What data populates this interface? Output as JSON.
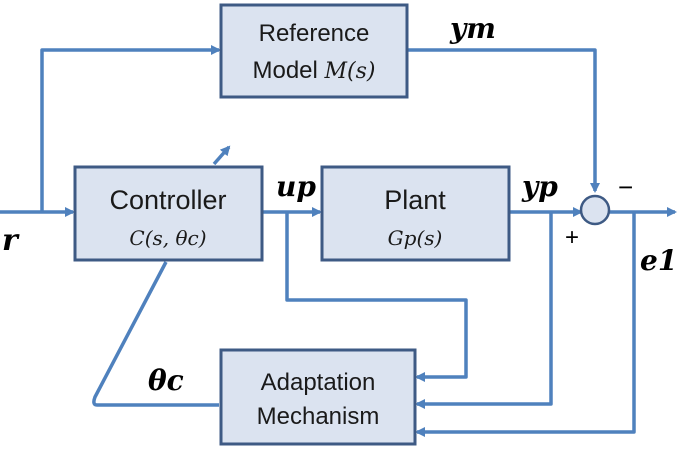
{
  "blocks": {
    "reference_model": {
      "line1": "Reference",
      "line2_text": "Model ",
      "line2_math": "M(s)"
    },
    "controller": {
      "title": "Controller",
      "math": "C(s, θc)"
    },
    "plant": {
      "title": "Plant",
      "math": "Gp(s)"
    },
    "adaptation": {
      "line1": "Adaptation",
      "line2": "Mechanism"
    }
  },
  "signals": {
    "r": "r",
    "ym": "ym",
    "up": "up",
    "yp": "yp",
    "e1": "e1",
    "theta_c": "θc"
  },
  "summing_junction": {
    "minus": "−",
    "plus": "+"
  },
  "colors": {
    "block_fill": "#dbe3f0",
    "block_border": "#3e5a84",
    "wire": "#4f81bd"
  }
}
